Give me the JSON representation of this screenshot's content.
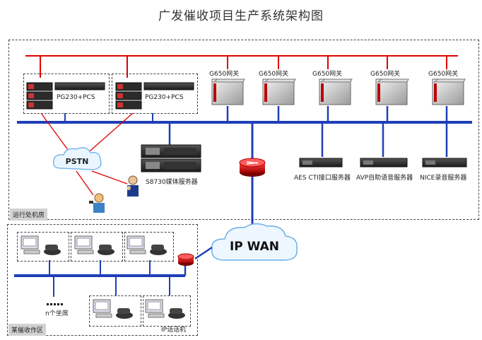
{
  "title": "广发催收项目生产系统架构图",
  "ops_zone": {
    "label": "运行处机房",
    "pg_gateways": [
      "PG230+PCS",
      "PG230+PCS"
    ],
    "g650_gateways": [
      "G650网关",
      "G650网关",
      "G650网关",
      "G650网关",
      "G650网关"
    ],
    "pstn_label": "PSTN",
    "s8730_label": "S8730媒体服务器",
    "servers": [
      "AES CTI接口服务器",
      "AVP自助语音服务器",
      "NICE录音服务器"
    ]
  },
  "wan_label": "IP WAN",
  "agent_zone": {
    "label": "某催收作区",
    "n_seats_label": "n个坐席",
    "ip_phone_label": "IP话话机"
  },
  "colors": {
    "bus": "#1f3fb8",
    "red": "#e00000",
    "router": "#c00000"
  }
}
